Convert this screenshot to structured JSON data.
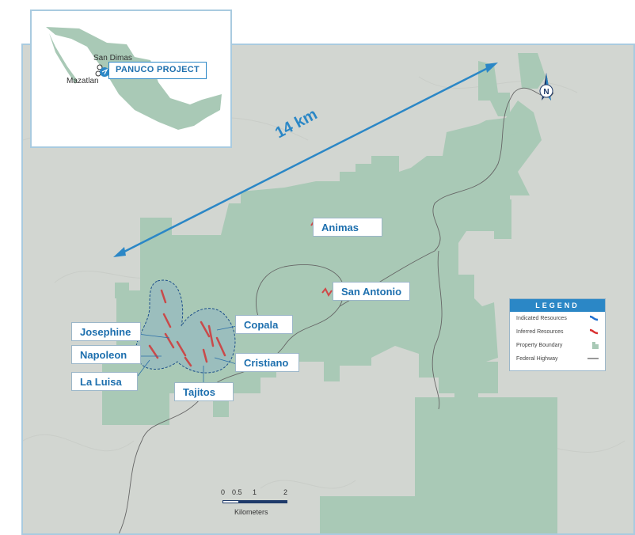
{
  "inset": {
    "label_san_dimas": "San Dimas",
    "label_mazatlan": "Mazatlan",
    "project_label": "PANUCO PROJECT"
  },
  "distance": {
    "label": "14 km"
  },
  "map_labels": {
    "animas": "Animas",
    "san_antonio": "San Antonio",
    "copala": "Copala",
    "josephine": "Josephine",
    "napoleon": "Napoleon",
    "cristiano": "Cristiano",
    "la_luisa": "La Luisa",
    "tajitos": "Tajitos"
  },
  "legend": {
    "title": "LEGEND",
    "items": [
      {
        "label": "Indicated Resources",
        "icon": "blue-squiggle",
        "color": "#1f6fd0"
      },
      {
        "label": "Inferred Resources",
        "icon": "red-squiggle",
        "color": "#d93030"
      },
      {
        "label": "Property Boundary",
        "icon": "green-polygon",
        "color": "#a9c9b6"
      },
      {
        "label": "Federal Highway",
        "icon": "gray-line",
        "color": "#555555"
      }
    ]
  },
  "scale_bar": {
    "ticks": [
      "0",
      "0.5",
      "1",
      "2"
    ],
    "unit": "Kilometers"
  },
  "north_arrow": {
    "label": "N"
  },
  "colors": {
    "property": "#a9c9b6",
    "terrain": "#cfd3cf",
    "accent": "#2b87c6",
    "inferred": "#d04848",
    "highway": "#555555"
  }
}
